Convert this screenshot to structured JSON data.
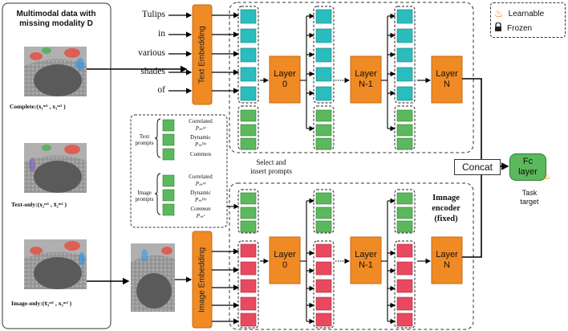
{
  "left_panel": {
    "title": "Multimodal data with missing modality D",
    "captions": [
      "Complete:(x₁ᵐ¹ , x₁ᵐ² )",
      "Text-only:(x₂ᵐ¹ , x̃₂ᵐ² )",
      "Image-only:(x̃₃ᵐ¹ , x₃ᵐ² )"
    ]
  },
  "text_tokens": [
    "Tulips",
    "in",
    "various",
    "shades",
    "of"
  ],
  "text_embedding_label": "Text Embedding",
  "image_embedding_label": "Image Embedding",
  "layers": {
    "first": [
      "Layer",
      "0"
    ],
    "mid": [
      "Layer",
      "N-1"
    ],
    "last": [
      "Layer",
      "N"
    ]
  },
  "prompts_panel": {
    "text_group": [
      "Text",
      "prompts"
    ],
    "image_group": [
      "Image",
      "prompts"
    ],
    "text_items": [
      {
        "name": "Correlated",
        "sym": "Pₘᶜᵖ"
      },
      {
        "name": "Dynamic",
        "sym": "Pₘᴰᵖ"
      },
      {
        "name": "Common",
        "sym": ""
      }
    ],
    "image_items": [
      {
        "name": "Correlated",
        "sym": "Pₘᶜᵖ"
      },
      {
        "name": "Dynamic",
        "sym": "Pₘᴰᵖ"
      },
      {
        "name": "Common",
        "sym": "Pₘᶜ"
      }
    ]
  },
  "select_insert": [
    "Select and",
    "insert prompts"
  ],
  "image_encoder": [
    "Imnage",
    "encoder",
    "(fixed)"
  ],
  "concat_label": "Concat",
  "fc_label": [
    "Fc",
    "layer"
  ],
  "task_target": [
    "Task",
    "target"
  ],
  "legend": {
    "learnable": "Learnable",
    "frozen": "Frozen"
  },
  "colors": {
    "orange": "#f08a24",
    "teal": "#2bbdbd",
    "green": "#5cb85c",
    "red": "#e8495f",
    "fc": "#5cb85c"
  }
}
